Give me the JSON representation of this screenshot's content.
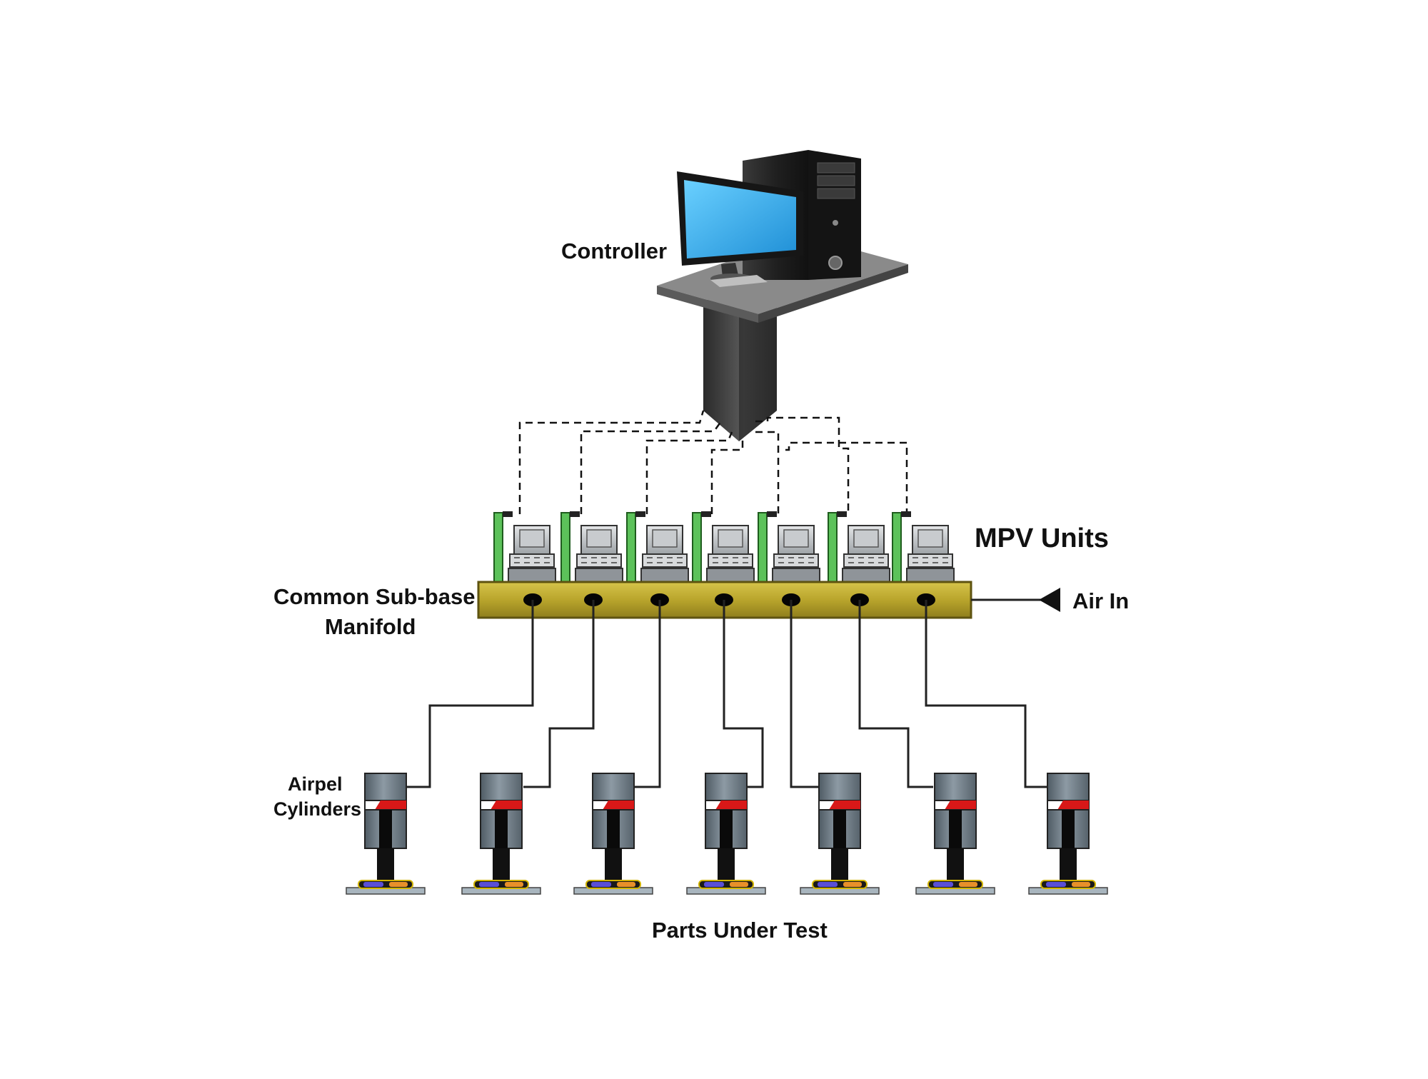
{
  "labels": {
    "controller": "Controller",
    "mpv_units": "MPV Units",
    "manifold_line1": "Common Sub-base",
    "manifold_line2": "Manifold",
    "air_in": "Air In",
    "cylinders_line1": "Airpel",
    "cylinders_line2": "Cylinders",
    "parts_under_test": "Parts Under Test"
  },
  "counts": {
    "mpv_units": 7,
    "ports": 7,
    "cylinders": 7
  },
  "colors": {
    "manifold": "#c2b037",
    "manifold_edge": "#7a6b12",
    "valve_rail": "#5cc25a",
    "cylinder_body": "#6d7a85",
    "piston_band": "#d81818",
    "rod": "#111111",
    "tray": "#a8b5be",
    "part_blue": "#5a4fd6",
    "part_orange": "#e8902a",
    "monitor_screen": "#3db5ef",
    "tower": "#2b2b2b"
  },
  "icons": [
    "desktop-computer-icon",
    "valve-unit-icon",
    "air-inlet-arrow-icon",
    "pneumatic-cylinder-icon",
    "test-part-icon"
  ]
}
